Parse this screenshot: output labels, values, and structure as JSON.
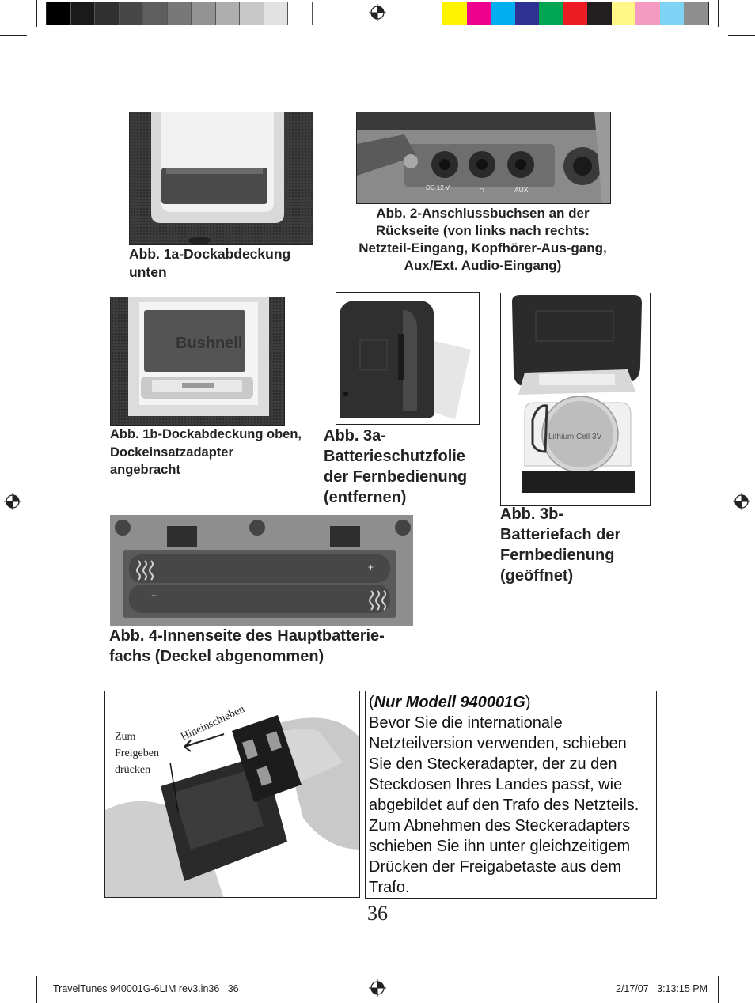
{
  "color_bars": {
    "grays": [
      "#000000",
      "#1a1a1a",
      "#303030",
      "#474747",
      "#5e5e5e",
      "#787878",
      "#939393",
      "#aeaeae",
      "#c8c8c8",
      "#e2e2e2",
      "#ffffff"
    ],
    "colors": [
      "#fff200",
      "#ec008c",
      "#00aeef",
      "#2e3192",
      "#00a651",
      "#ed1c24",
      "#231f20",
      "#fff685",
      "#f49ac1",
      "#7fd4f5",
      "#8e8e8e"
    ]
  },
  "figures": {
    "fig1a": {
      "caption": "Abb. 1a-Dockabdeckung unten"
    },
    "fig2": {
      "caption": "Abb. 2-Anschlussbuchsen an der Rückseite (von links nach rechts: Netzteil-Eingang, Kopfhörer-Aus-gang, Aux/Ext. Audio-Eingang)",
      "port_labels": [
        "DC 12 V",
        "∩",
        "AUX"
      ]
    },
    "fig1b": {
      "caption": "Abb. 1b-Dockabdeckung oben, Dockeinsatzadapter angebracht",
      "brand": "Bushnell"
    },
    "fig3a": {
      "caption": "Abb. 3a-Batterieschutzfolie der Fernbedienung (entfernen)"
    },
    "fig3b": {
      "caption": "Abb. 3b-Batteriefach der Fernbedienung (geöffnet)",
      "battery_text": "Lithium Cell 3V"
    },
    "fig4": {
      "caption": "Abb. 4-Innenseite des Hauptbatterie-fachs (Deckel abgenommen)"
    },
    "fig5": {
      "label_slide": "Hineinschieben",
      "label_release_1": "Zum",
      "label_release_2": "Freigeben",
      "label_release_3": "drücken"
    }
  },
  "textbox": {
    "open_paren": "(",
    "model": "Nur Modell 940001G",
    "close_paren": ")",
    "body": "Bevor Sie die internationale Netzteilversion verwenden, schieben Sie den Steckeradapter, der zu den Steckdosen Ihres Landes passt, wie abgebildet auf den Trafo des Netzteils. Zum Abnehmen des Steckeradapters schieben Sie ihn unter gleichzeitigem Drücken der Freigabetaste aus dem Trafo."
  },
  "page_number": "36",
  "footer": {
    "file": "TravelTunes 940001G-6LIM rev3.in36   36",
    "timestamp": "2/17/07   3:13:15 PM"
  }
}
